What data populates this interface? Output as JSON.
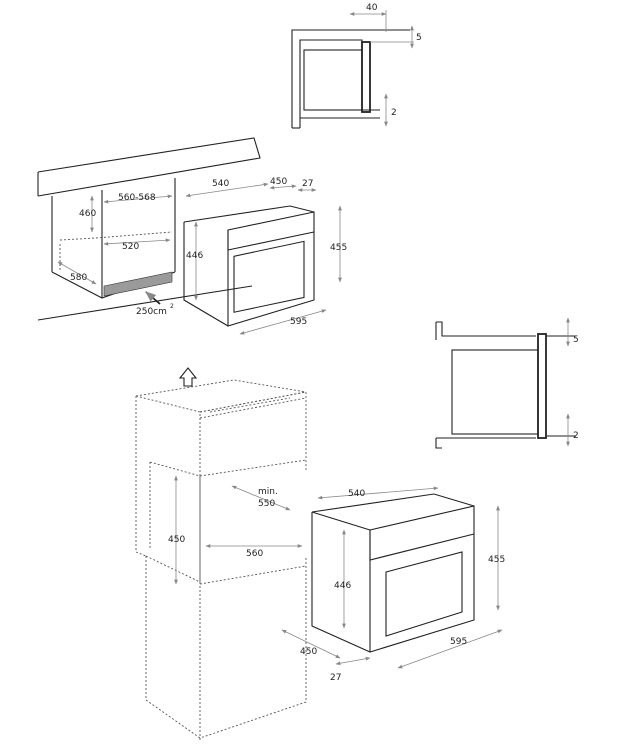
{
  "detail_top": {
    "dim_gap_top": "40",
    "dim_overlap_top": "5",
    "dim_overlap_bottom": "2"
  },
  "under_counter": {
    "dim_height_cabinet": "460",
    "dim_width_cabinet": "560-568",
    "dim_width_inner": "520",
    "dim_depth": "580",
    "dim_vent": "250cm",
    "dim_vent_sup": "2"
  },
  "oven_top": {
    "dim_depth": "540",
    "dim_body_depth": "450",
    "dim_front": "27",
    "dim_height_total": "455",
    "dim_height_body": "446",
    "dim_width": "595"
  },
  "detail_side": {
    "dim_overlap_top": "5",
    "dim_overlap_bottom": "2"
  },
  "tall_unit": {
    "dim_min_depth": "min.\n550",
    "dim_min_label": "min.",
    "dim_min_value": "550",
    "dim_height_opening": "450",
    "dim_width_opening": "560"
  },
  "oven_bottom": {
    "dim_depth": "540",
    "dim_height_total": "455",
    "dim_height_body": "446",
    "dim_width": "595",
    "dim_body_depth": "450",
    "dim_front": "27"
  }
}
